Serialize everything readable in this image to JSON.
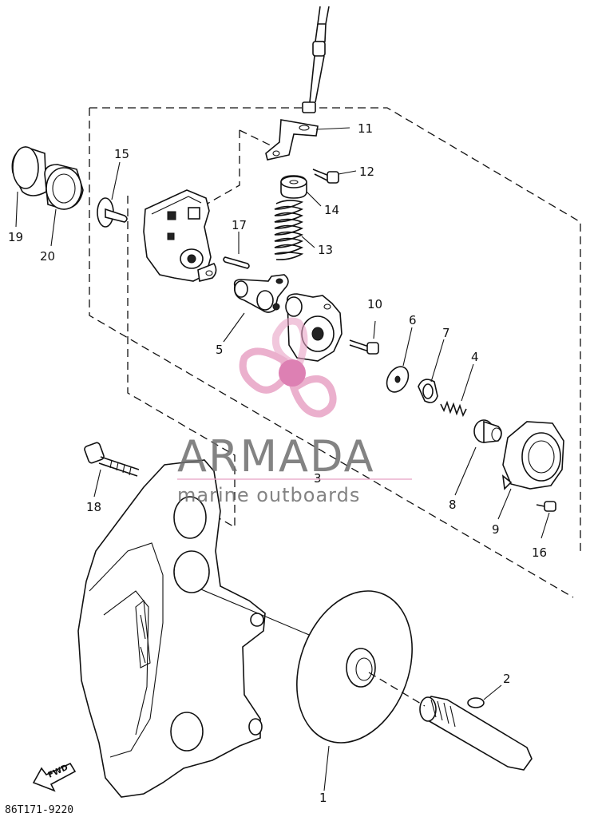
{
  "diagram": {
    "part_numbers": {
      "p1": "1",
      "p2": "2",
      "p3": "3",
      "p4": "4",
      "p5": "5",
      "p6": "6",
      "p7": "7",
      "p8": "8",
      "p9": "9",
      "p10": "10",
      "p11": "11",
      "p12": "12",
      "p13": "13",
      "p14": "14",
      "p15": "15",
      "p16": "16",
      "p17": "17",
      "p18": "18",
      "p19": "19",
      "p20": "20"
    },
    "fwd_label": "FWD",
    "drawing_code": "86T171-9220"
  },
  "watermark": {
    "brand": "ARMADA",
    "tagline": "marine outboards",
    "logo_colors": {
      "pink": "#e8a3c5",
      "pink_dark": "#d86aa6",
      "grey": "#6e6e6e"
    }
  }
}
